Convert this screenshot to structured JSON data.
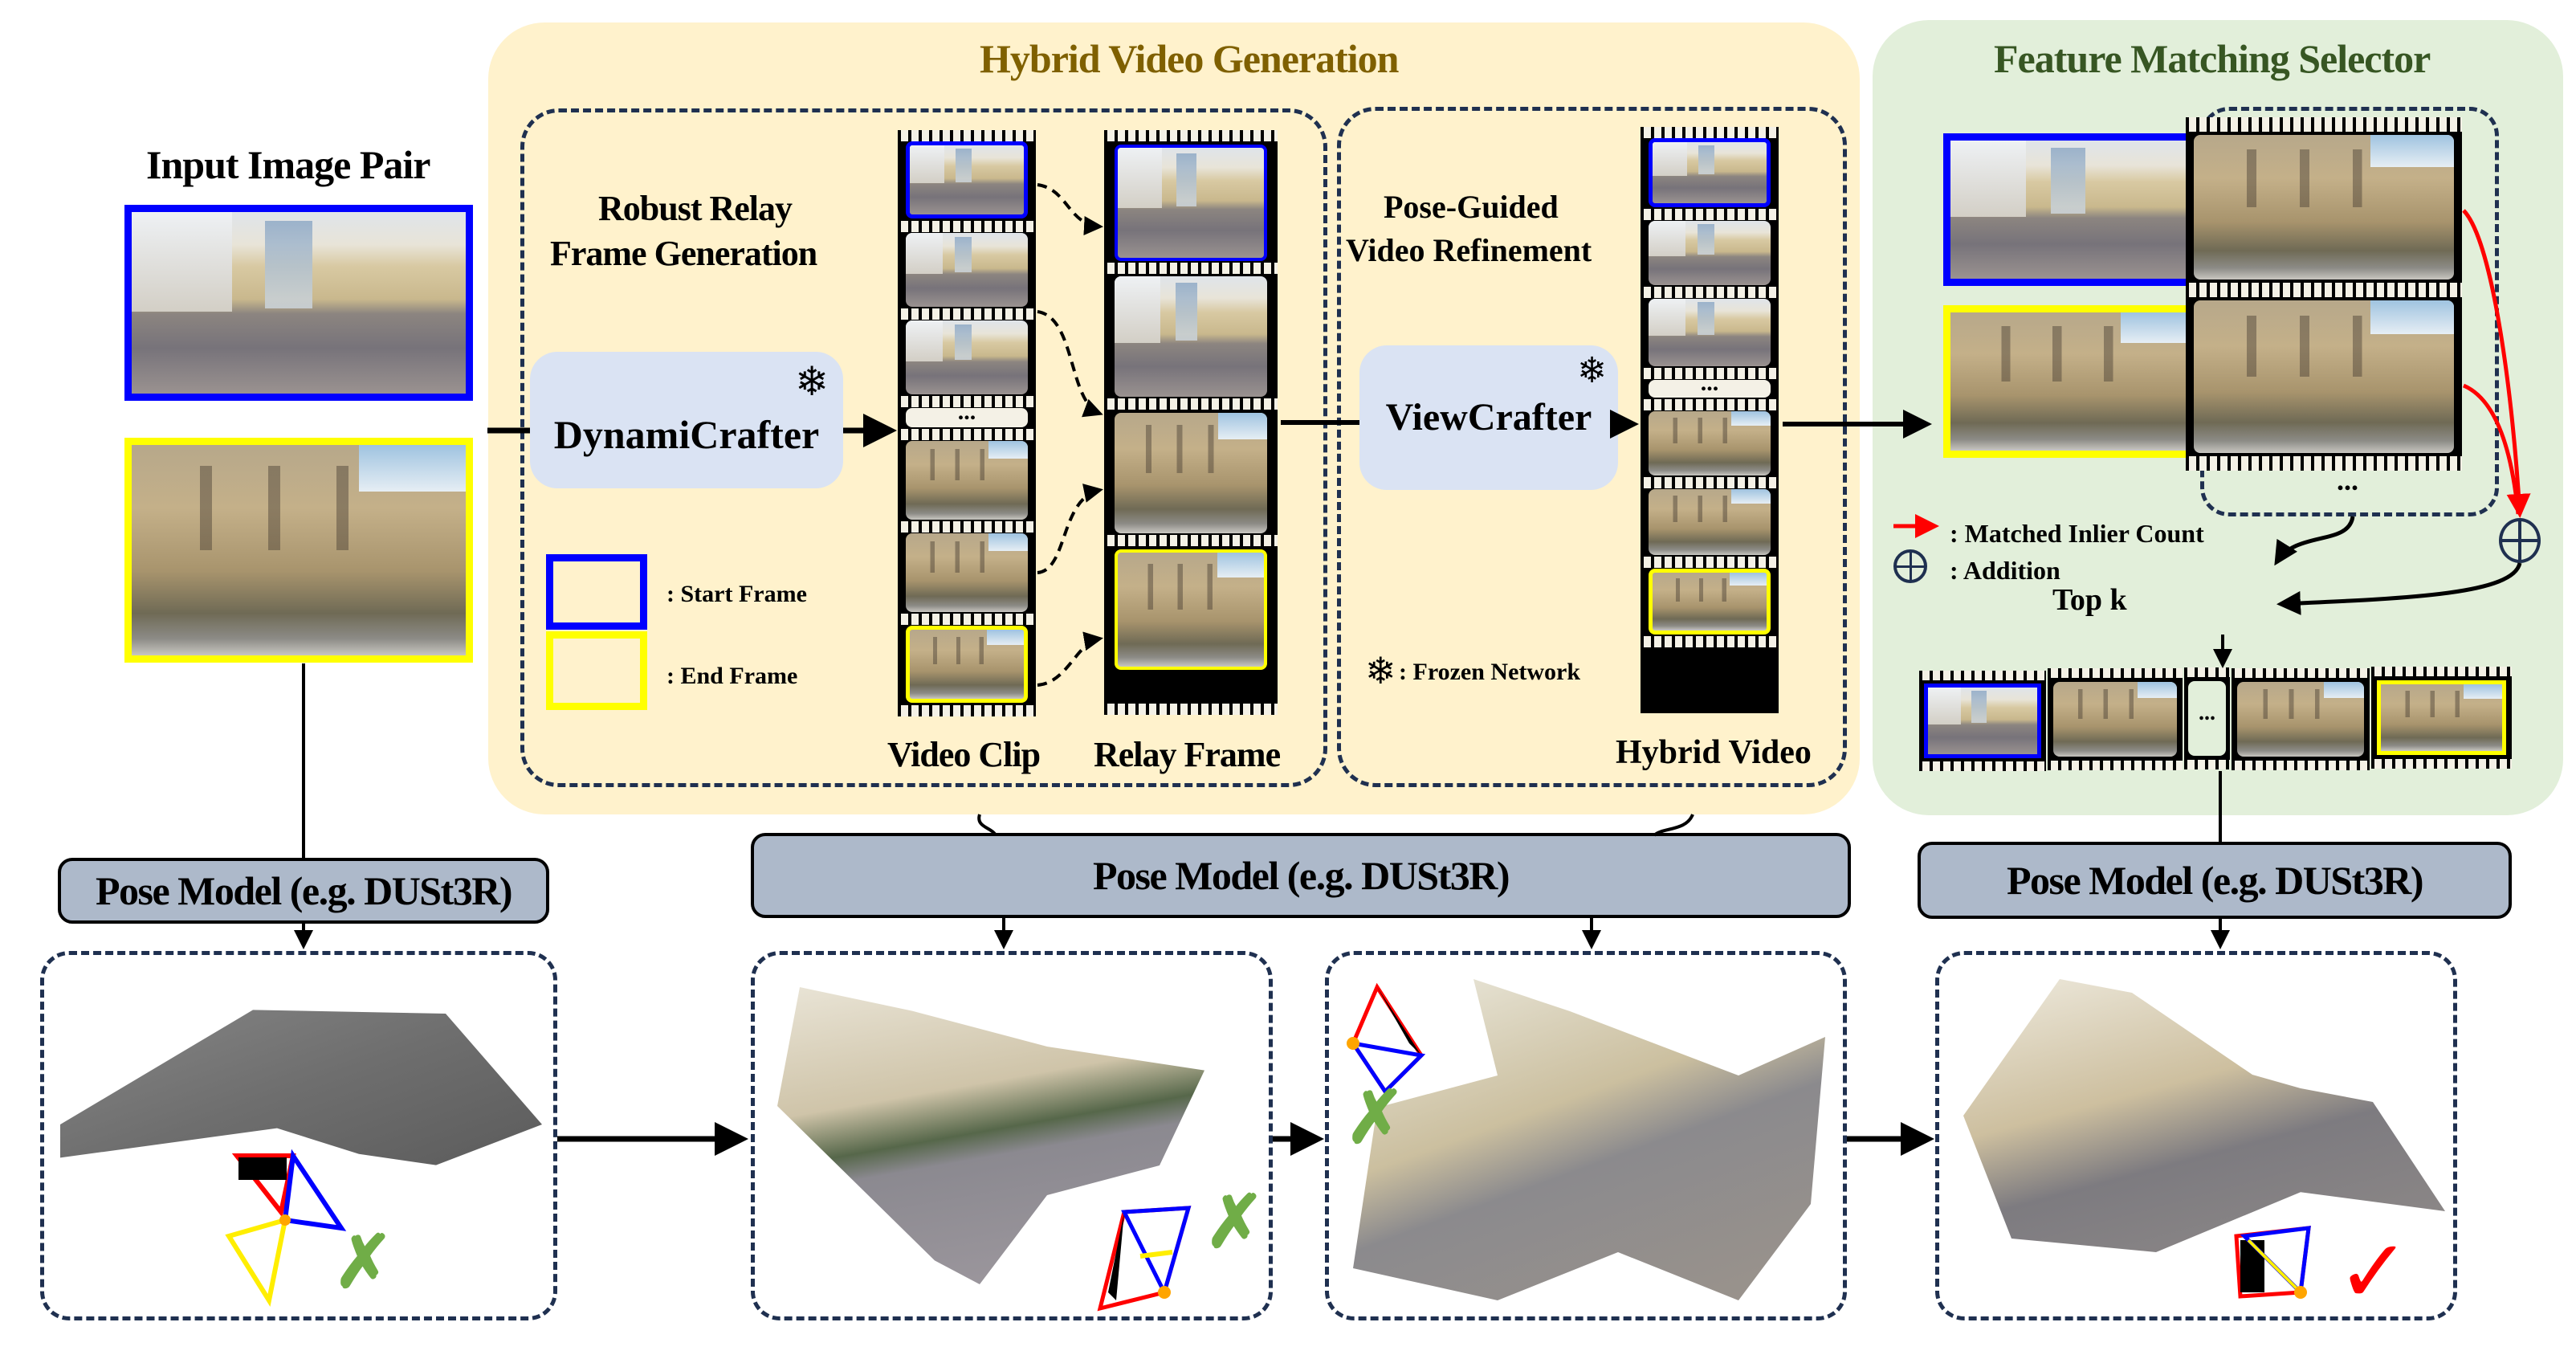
{
  "input": {
    "title": "Input Image Pair"
  },
  "hybrid": {
    "title": "Hybrid Video Generation",
    "title_color": "#7F6000",
    "relay_section": {
      "title_line1": "Robust Relay",
      "title_line2": "Frame Generation",
      "model": "DynamiCrafter",
      "legend_start": ": Start Frame",
      "legend_end": ": End Frame",
      "video_clip_label": "Video Clip",
      "relay_frame_label": "Relay Frame",
      "ellipsis": "..."
    },
    "refine_section": {
      "title_line1": "Pose-Guided",
      "title_line2": "Video Refinement",
      "model": "ViewCrafter",
      "legend_frozen": ": Frozen Network",
      "hybrid_video_label": "Hybrid Video",
      "ellipsis": "..."
    }
  },
  "selector": {
    "title": "Feature Matching Selector",
    "title_color": "#375623",
    "legend_matched": ": Matched Inlier Count",
    "legend_addition": ": Addition",
    "topk": "Top k",
    "ellipsis": "..."
  },
  "pose_models": [
    {
      "label": "Pose Model (e.g. DUSt3R)"
    },
    {
      "label": "Pose Model (e.g. DUSt3R)"
    },
    {
      "label": "Pose Model (e.g. DUSt3R)"
    }
  ],
  "results": [
    {
      "name": "input-pair-reconstruction",
      "verdict": "fail",
      "mark": "✗"
    },
    {
      "name": "video-clip-reconstruction",
      "verdict": "fail",
      "mark": "✗"
    },
    {
      "name": "hybrid-video-reconstruction",
      "verdict": "fail",
      "mark": "✗"
    },
    {
      "name": "selected-frames-reconstruction",
      "verdict": "success",
      "mark": "✓"
    }
  ],
  "colors": {
    "start_frame": "#0000FF",
    "end_frame": "#FFFF00",
    "beige_panel": "#FFF2CC",
    "green_panel": "#E2EFDA",
    "model_box": "#DAE3F3",
    "pose_box": "#ADB9CA",
    "dash": "#1F3050",
    "fail_mark": "#70AD47",
    "success_mark": "#FF0000",
    "inlier_arrow": "#FF0000"
  },
  "icons": {
    "frozen": "snowflake-icon",
    "addition": "circled-plus-icon",
    "fail": "cross-mark-icon",
    "success": "check-mark-icon"
  }
}
